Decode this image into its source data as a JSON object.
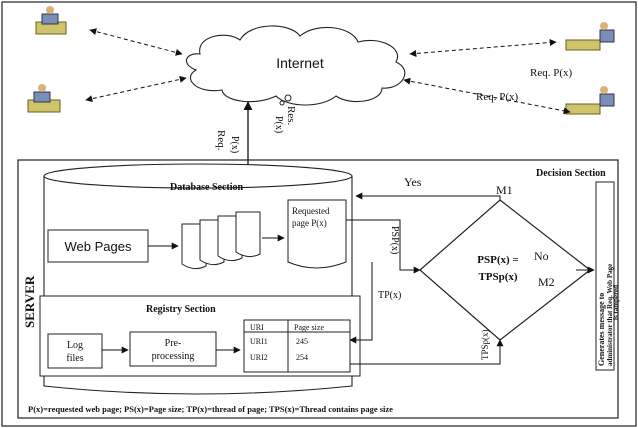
{
  "internet": {
    "label": "Internet",
    "res_label": "Res.",
    "px_label": "P(x)"
  },
  "clients": {
    "req_label_1": "Req. P(x)",
    "req_label_2": "Req. P(x)",
    "req_vertical": "Req.",
    "px_vertical": "P(x)"
  },
  "server": {
    "label": "SERVER"
  },
  "database": {
    "title": "Database Section",
    "web_pages": "Web Pages",
    "requested_page_line1": "Requested",
    "requested_page_line2": "page P(x)"
  },
  "registry": {
    "title": "Registry Section",
    "log_files_line1": "Log",
    "log_files_line2": "files",
    "preprocessing_line1": "Pre-",
    "preprocessing_line2": "processing",
    "table_headers": [
      "URI",
      "Page size"
    ],
    "table_rows": [
      [
        "URI1",
        "245"
      ],
      [
        "URI2",
        "254"
      ]
    ]
  },
  "decision": {
    "title": "Decision Section",
    "condition_line1": "PSP(x) =",
    "condition_line2": "TPSp(x)",
    "yes_label": "Yes",
    "no_label": "No",
    "m1_label": "M1",
    "m2_label": "M2"
  },
  "flows": {
    "psp_label": "PSP(x)",
    "tp_label": "TP(x)",
    "tpsp_label": "TPSp(x)"
  },
  "alert": {
    "line1": "Generates message to",
    "line2": "administrator that Req. Web Page",
    "line3": "is tampered"
  },
  "legend": "P(x)=requested web page; PS(x)=Page size; TP(x)=thread of page; TPS(x)=Thread contains page size"
}
